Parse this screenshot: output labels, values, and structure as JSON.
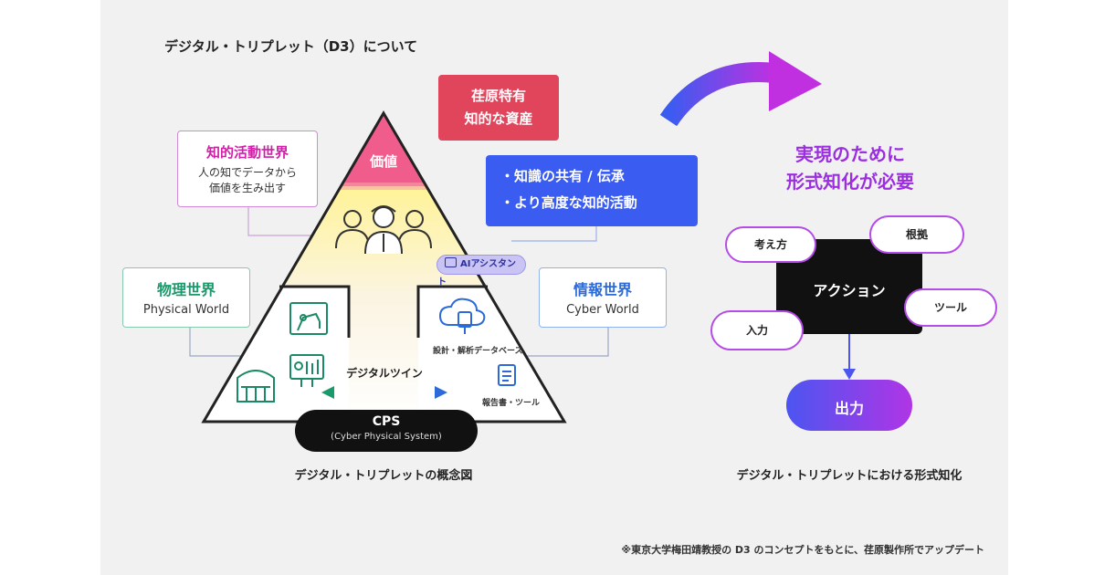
{
  "title": "デジタル・トリプレット（D3）について",
  "left": {
    "value_label": "価値",
    "asset_box": {
      "line1": "荏原特有",
      "line2": "知的な資産",
      "color": "#e0455c"
    },
    "intellectual": {
      "heading": "知的活動世界",
      "line1": "人の知でデータから",
      "line2": "価値を生み出す",
      "color": "#d020a8"
    },
    "sharing": {
      "line1": "・知識の共有 / 伝承",
      "line2": "・より高度な知的活動",
      "color": "#3a5cf0"
    },
    "ai_badge": "AIアシスタント",
    "physical": {
      "heading": "物理世界",
      "sub": "Physical World",
      "color": "#1a9a6a"
    },
    "cyber": {
      "heading": "情報世界",
      "sub": "Cyber World",
      "color": "#2b6ad8"
    },
    "design_db": "設計・解析データベース",
    "reports": "報告書・ツール",
    "digital_twin": "デジタルツイン",
    "cps_title": "CPS",
    "cps_sub": "(Cyber Physical System)",
    "caption": "デジタル・トリプレットの概念図"
  },
  "right": {
    "headline_line1": "実現のために",
    "headline_line2": "形式知化が必要",
    "headline_color": "#9b2fe0",
    "action": "アクション",
    "think": "考え方",
    "basis": "根拠",
    "tool": "ツール",
    "input": "入力",
    "output": "出力",
    "caption": "デジタル・トリプレットにおける形式知化"
  },
  "footnote": "※東京大学梅田靖教授の D3 のコンセプトをもとに、荏原製作所でアップデート"
}
